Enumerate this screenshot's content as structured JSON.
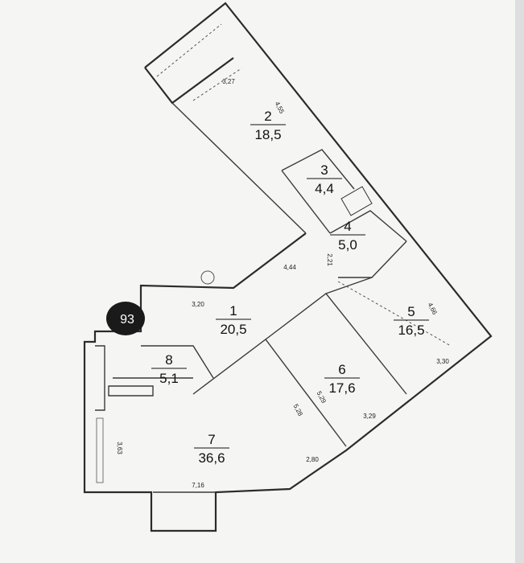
{
  "rooms": [
    {
      "number": "1",
      "area": "20,5"
    },
    {
      "number": "2",
      "area": "18,5"
    },
    {
      "number": "3",
      "area": "4,4"
    },
    {
      "number": "4",
      "area": "5,0"
    },
    {
      "number": "5",
      "area": "16,5"
    },
    {
      "number": "6",
      "area": "17,6"
    },
    {
      "number": "7",
      "area": "36,6"
    },
    {
      "number": "8",
      "area": "5,1"
    }
  ],
  "dimensions": [
    "3,27",
    "4,55",
    "4,44",
    "2,21",
    "3,20",
    "4,66",
    "3,30",
    "5,29",
    "5,28",
    "3,29",
    "2,80",
    "3,63",
    "7,16"
  ],
  "marker": "93"
}
